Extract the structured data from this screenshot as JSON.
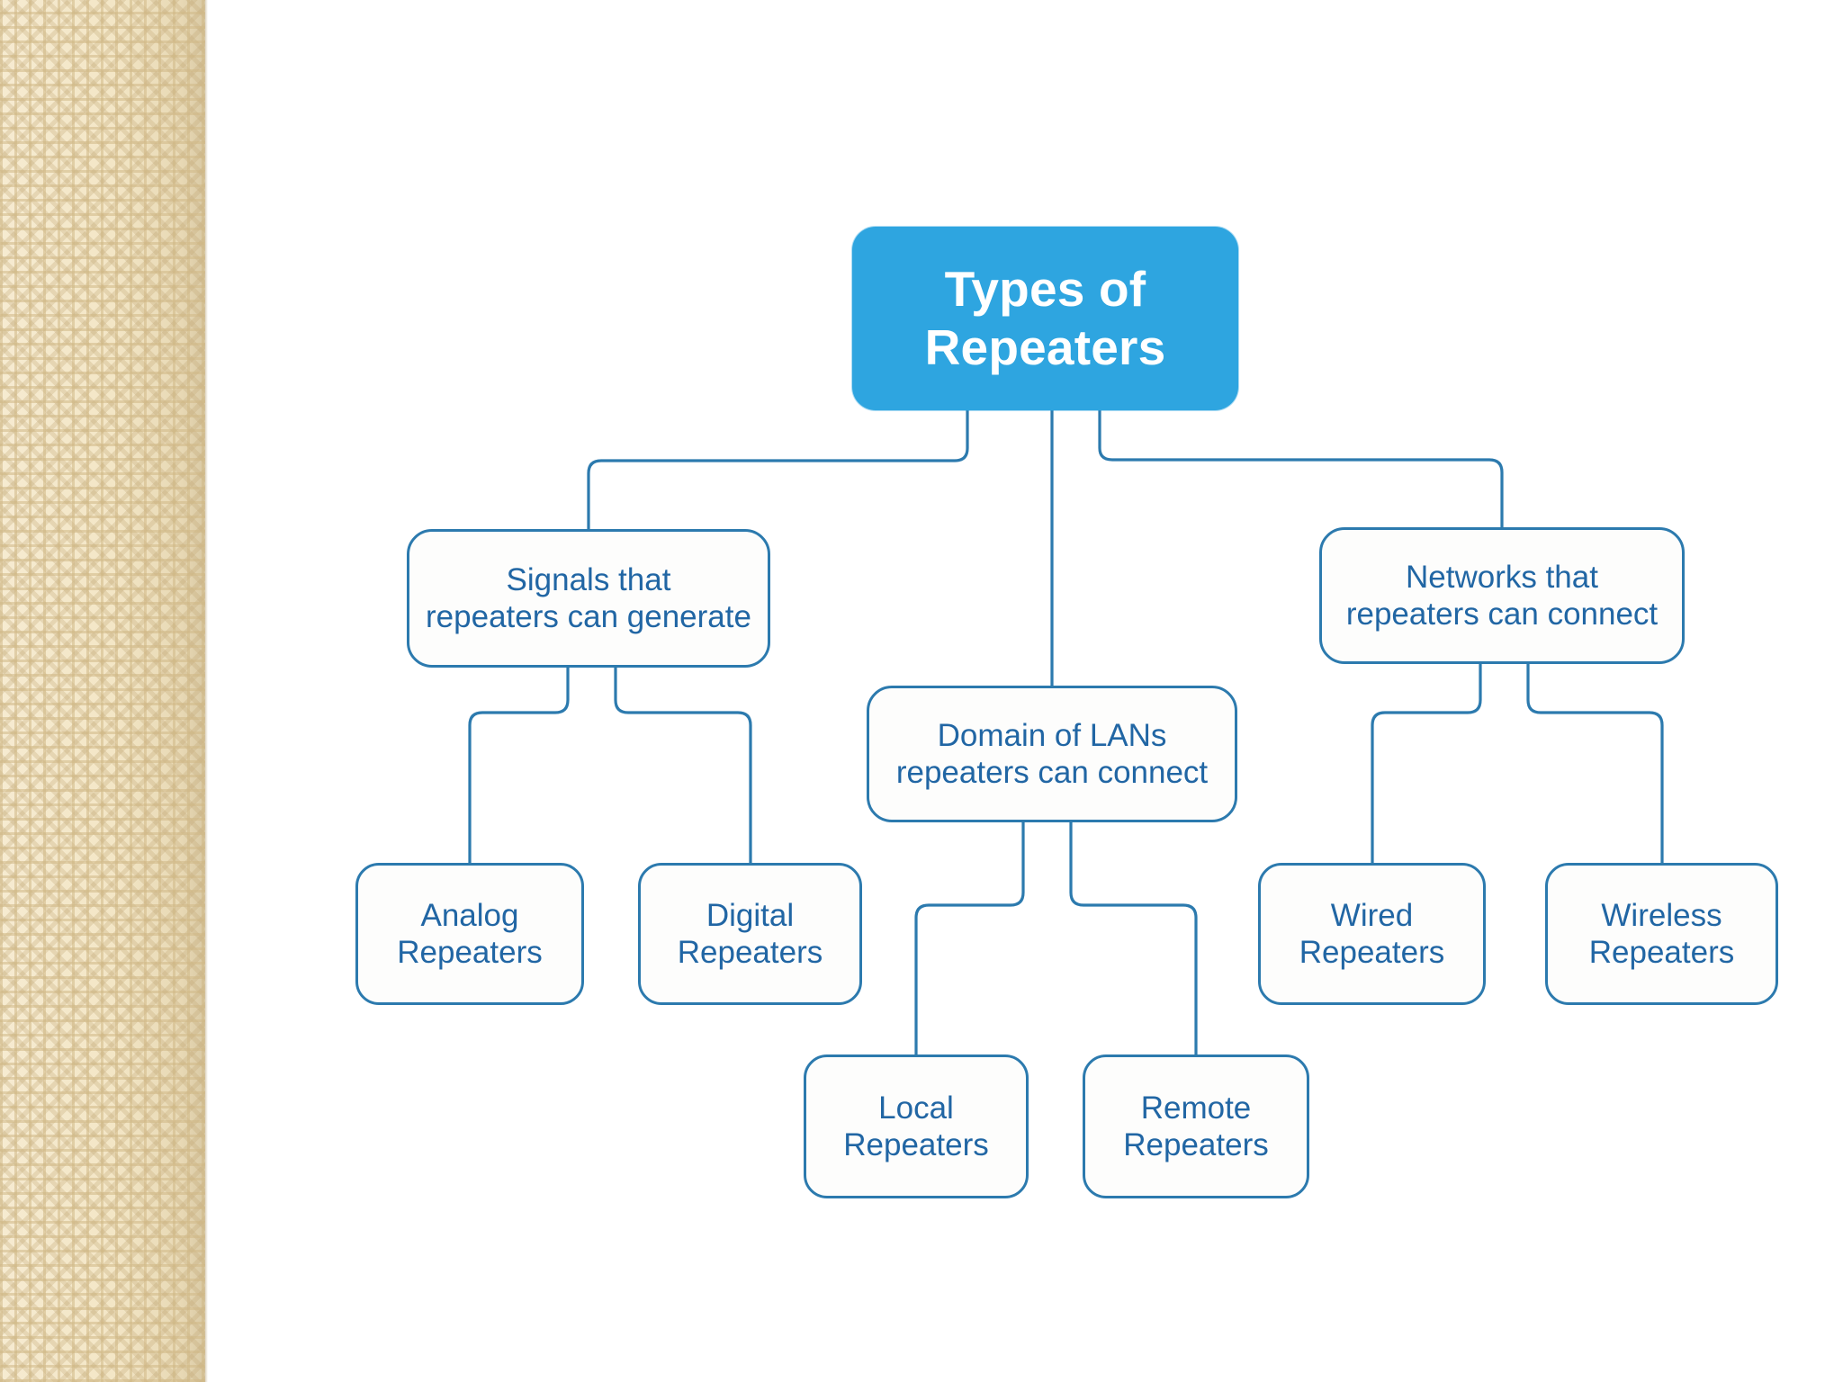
{
  "slide": {
    "background_color": "#ffffff",
    "sidebar_color": "#f2e4c3",
    "accent_color": "#2EA5E0",
    "line_color": "#2C7AAE",
    "node_text_color": "#2166A4",
    "root_text_color": "#ffffff"
  },
  "diagram": {
    "type": "tree",
    "title": "Types of Repeaters",
    "root": {
      "id": "root",
      "label": "Types of\nRepeaters"
    },
    "branches": [
      {
        "id": "signals",
        "label": "Signals that\nrepeaters can generate",
        "children": [
          {
            "id": "analog",
            "label": "Analog\nRepeaters"
          },
          {
            "id": "digital",
            "label": "Digital\nRepeaters"
          }
        ]
      },
      {
        "id": "domain",
        "label": "Domain of LANs\nrepeaters can connect",
        "children": [
          {
            "id": "local",
            "label": "Local\nRepeaters"
          },
          {
            "id": "remote",
            "label": "Remote\nRepeaters"
          }
        ]
      },
      {
        "id": "networks",
        "label": "Networks that\nrepeaters can connect",
        "children": [
          {
            "id": "wired",
            "label": "Wired\nRepeaters"
          },
          {
            "id": "wireless",
            "label": "Wireless\nRepeaters"
          }
        ]
      }
    ]
  }
}
